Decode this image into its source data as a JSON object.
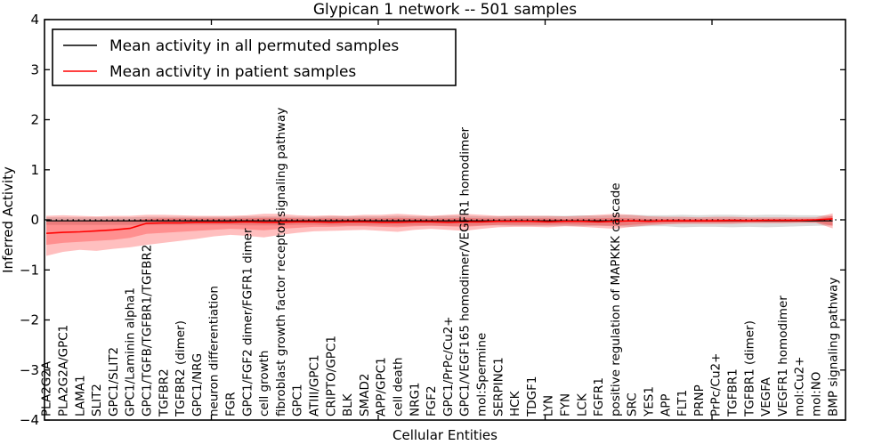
{
  "chart_data": {
    "type": "line",
    "title": "Glypican 1 network -- 501 samples",
    "xlabel": "Cellular Entities",
    "ylabel": "Inferred Activity",
    "ylim": [
      -4,
      4
    ],
    "ytick_labels": [
      "4",
      "3",
      "2",
      "1",
      "0",
      "−1",
      "−2",
      "−3",
      "−4"
    ],
    "ytick_values": [
      4,
      3,
      2,
      1,
      0,
      -1,
      -2,
      -3,
      -4
    ],
    "grid": false,
    "legend_position": "upper left",
    "legend": [
      {
        "label": "Mean activity in all permuted samples",
        "color": "#000000"
      },
      {
        "label": "Mean activity in patient samples",
        "color": "#ff0000"
      }
    ],
    "colors": {
      "patient_line": "#ff0000",
      "permuted_line": "#000000",
      "patient_band_fill": "rgba(255,0,0,0.25)",
      "permuted_band_fill": "rgba(110,110,110,0.25)",
      "zero_line": "#000000",
      "frame": "#000000"
    },
    "categories": [
      "PLA2G2A",
      "PLA2G2A/GPC1",
      "LAMA1",
      "SLIT2",
      "GPC1/SLIT2",
      "GPC1/Laminin alpha1",
      "GPC1/TGFB/TGFBR1/TGFBR2",
      "TGFBR2",
      "TGFBR2 (dimer)",
      "GPC1/NRG",
      "neuron differentiation",
      "FGR",
      "GPC1/FGF2 dimer/FGFR1 dimer",
      "cell growth",
      "fibroblast growth factor receptor signaling pathway",
      "GPC1",
      "ATIII/GPC1",
      "CRIPTO/GPC1",
      "BLK",
      "SMAD2",
      "APP/GPC1",
      "cell death",
      "NRG1",
      "FGF2",
      "GPC1/PrPc/Cu2+",
      "GPC1/VEGF165 homodimer/VEGFR1 homodimer",
      "mol:Spermine",
      "SERPINC1",
      "HCK",
      "TDGF1",
      "LYN",
      "FYN",
      "LCK",
      "FGFR1",
      "positive regulation of MAPKKK cascade",
      "SRC",
      "YES1",
      "APP",
      "FLT1",
      "PRNP",
      "PrPc/Cu2+",
      "TGFBR1",
      "TGFBR1 (dimer)",
      "VEGFA",
      "VEGFR1 homodimer",
      "mol:Cu2+",
      "mol:NO",
      "BMP signaling pathway"
    ],
    "series": [
      {
        "name": "Mean activity in all permuted samples",
        "values": [
          -0.02,
          -0.02,
          -0.02,
          -0.02,
          -0.02,
          -0.02,
          -0.02,
          -0.02,
          -0.02,
          -0.02,
          -0.02,
          -0.02,
          -0.02,
          -0.02,
          -0.02,
          -0.02,
          -0.02,
          -0.02,
          -0.02,
          -0.02,
          -0.02,
          -0.02,
          -0.02,
          -0.02,
          -0.02,
          -0.02,
          -0.02,
          -0.02,
          -0.02,
          -0.02,
          -0.02,
          -0.02,
          -0.02,
          -0.02,
          -0.02,
          -0.02,
          -0.02,
          -0.02,
          -0.02,
          -0.02,
          -0.02,
          -0.02,
          -0.02,
          -0.02,
          -0.02,
          -0.02,
          -0.02,
          -0.02
        ]
      },
      {
        "name": "Mean activity in patient samples",
        "values": [
          -0.27,
          -0.25,
          -0.24,
          -0.22,
          -0.2,
          -0.17,
          -0.07,
          -0.06,
          -0.06,
          -0.05,
          -0.05,
          -0.05,
          -0.04,
          -0.05,
          -0.05,
          -0.04,
          -0.04,
          -0.05,
          -0.04,
          -0.04,
          -0.05,
          -0.05,
          -0.04,
          -0.04,
          -0.05,
          -0.04,
          -0.04,
          -0.03,
          -0.03,
          -0.03,
          -0.04,
          -0.03,
          -0.03,
          -0.04,
          -0.03,
          -0.02,
          -0.03,
          -0.02,
          -0.02,
          -0.02,
          -0.02,
          -0.01,
          -0.02,
          -0.01,
          -0.01,
          -0.01,
          0.0,
          0.02
        ]
      }
    ],
    "bands": [
      {
        "name": "permuted_band",
        "upper": [
          0.05,
          0.05,
          0.05,
          0.05,
          0.05,
          0.05,
          0.06,
          0.06,
          0.06,
          0.06,
          0.06,
          0.06,
          0.07,
          0.07,
          0.07,
          0.06,
          0.06,
          0.07,
          0.07,
          0.07,
          0.07,
          0.08,
          0.07,
          0.07,
          0.08,
          0.08,
          0.07,
          0.07,
          0.08,
          0.08,
          0.08,
          0.08,
          0.09,
          0.08,
          0.09,
          0.1,
          0.09,
          0.09,
          0.1,
          0.09,
          0.1,
          0.1,
          0.09,
          0.1,
          0.1,
          0.09,
          0.09,
          0.08
        ],
        "lower": [
          -0.1,
          -0.1,
          -0.1,
          -0.1,
          -0.1,
          -0.1,
          -0.1,
          -0.1,
          -0.1,
          -0.1,
          -0.1,
          -0.1,
          -0.11,
          -0.11,
          -0.11,
          -0.1,
          -0.1,
          -0.11,
          -0.11,
          -0.11,
          -0.11,
          -0.12,
          -0.11,
          -0.11,
          -0.12,
          -0.12,
          -0.11,
          -0.11,
          -0.12,
          -0.12,
          -0.12,
          -0.12,
          -0.13,
          -0.12,
          -0.13,
          -0.14,
          -0.13,
          -0.13,
          -0.15,
          -0.14,
          -0.14,
          -0.15,
          -0.14,
          -0.15,
          -0.14,
          -0.13,
          -0.12,
          -0.11
        ]
      },
      {
        "name": "patient_band_outer",
        "upper": [
          0.08,
          0.09,
          0.08,
          0.07,
          0.08,
          0.08,
          0.1,
          0.1,
          0.09,
          0.08,
          0.08,
          0.08,
          0.09,
          0.12,
          0.12,
          0.09,
          0.08,
          0.09,
          0.08,
          0.1,
          0.1,
          0.12,
          0.1,
          0.08,
          0.1,
          0.12,
          0.1,
          0.08,
          0.08,
          0.08,
          0.08,
          0.07,
          0.08,
          0.1,
          0.12,
          0.1,
          0.07,
          0.06,
          0.06,
          0.05,
          0.06,
          0.06,
          0.05,
          0.05,
          0.05,
          0.05,
          0.05,
          0.13
        ],
        "lower": [
          -0.72,
          -0.64,
          -0.6,
          -0.62,
          -0.58,
          -0.55,
          -0.5,
          -0.46,
          -0.42,
          -0.38,
          -0.33,
          -0.3,
          -0.32,
          -0.35,
          -0.3,
          -0.26,
          -0.23,
          -0.22,
          -0.21,
          -0.2,
          -0.22,
          -0.24,
          -0.2,
          -0.18,
          -0.2,
          -0.22,
          -0.18,
          -0.15,
          -0.14,
          -0.14,
          -0.15,
          -0.13,
          -0.14,
          -0.16,
          -0.18,
          -0.14,
          -0.11,
          -0.09,
          -0.08,
          -0.08,
          -0.08,
          -0.08,
          -0.07,
          -0.07,
          -0.07,
          -0.06,
          -0.06,
          -0.17
        ]
      },
      {
        "name": "patient_band_inner",
        "upper": [
          -0.04,
          -0.03,
          -0.03,
          -0.02,
          -0.02,
          -0.01,
          0.02,
          0.03,
          0.03,
          0.03,
          0.03,
          0.03,
          0.03,
          0.04,
          0.04,
          0.03,
          0.03,
          0.03,
          0.03,
          0.03,
          0.03,
          0.04,
          0.03,
          0.03,
          0.03,
          0.04,
          0.03,
          0.03,
          0.03,
          0.03,
          0.03,
          0.02,
          0.03,
          0.03,
          0.04,
          0.03,
          0.02,
          0.02,
          0.02,
          0.02,
          0.02,
          0.02,
          0.02,
          0.02,
          0.02,
          0.02,
          0.02,
          0.08
        ],
        "lower": [
          -0.5,
          -0.46,
          -0.44,
          -0.42,
          -0.4,
          -0.36,
          -0.28,
          -0.26,
          -0.24,
          -0.22,
          -0.2,
          -0.18,
          -0.19,
          -0.21,
          -0.18,
          -0.16,
          -0.14,
          -0.14,
          -0.13,
          -0.13,
          -0.14,
          -0.15,
          -0.13,
          -0.12,
          -0.13,
          -0.14,
          -0.12,
          -0.1,
          -0.1,
          -0.1,
          -0.1,
          -0.09,
          -0.1,
          -0.11,
          -0.12,
          -0.1,
          -0.08,
          -0.07,
          -0.06,
          -0.06,
          -0.06,
          -0.06,
          -0.05,
          -0.05,
          -0.05,
          -0.05,
          -0.05,
          -0.12
        ]
      }
    ],
    "xticks_top_values": [
      10,
      20,
      30,
      40
    ]
  }
}
